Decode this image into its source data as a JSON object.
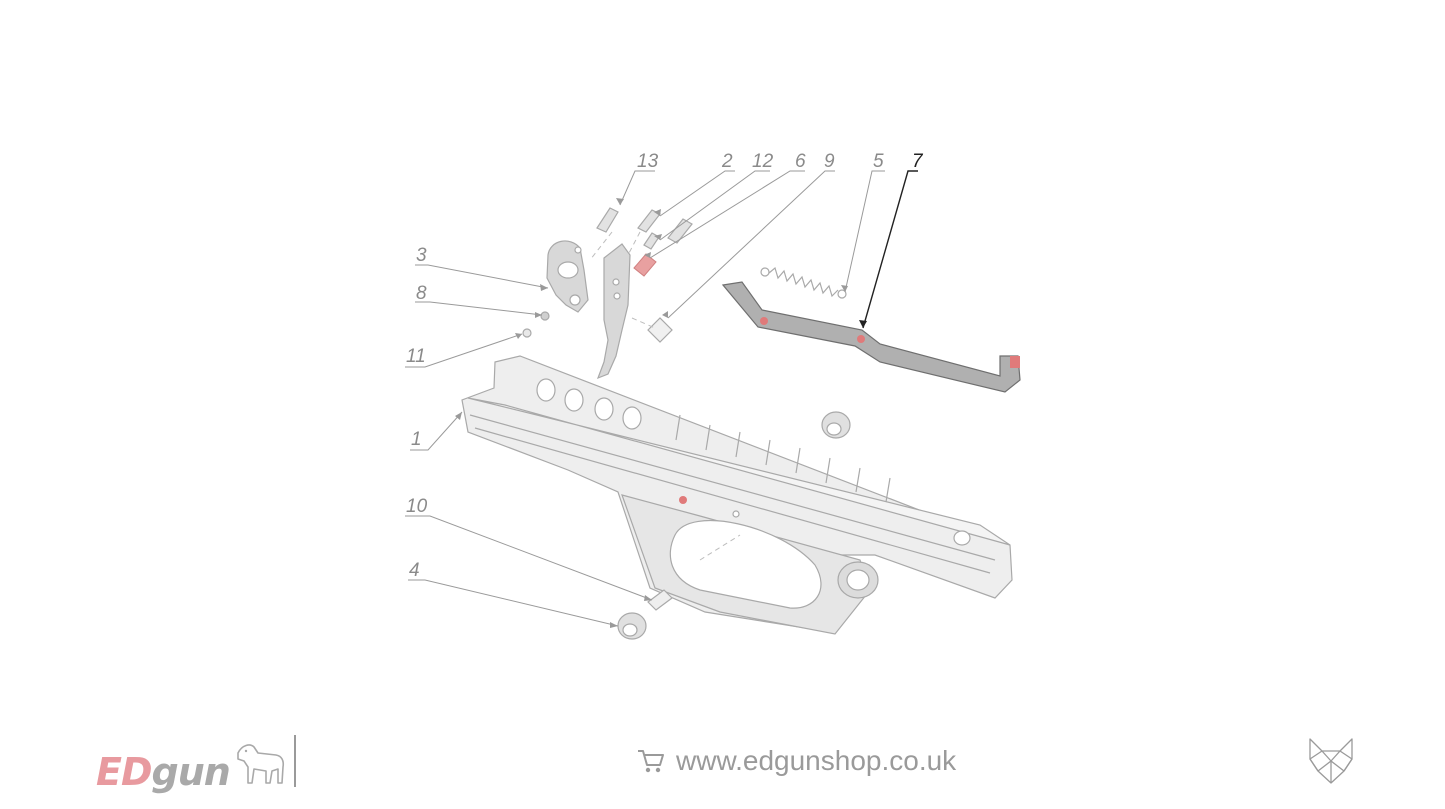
{
  "callouts": {
    "c1": "1",
    "c2": "2",
    "c3": "3",
    "c4": "4",
    "c5": "5",
    "c6": "6",
    "c7": "7",
    "c8": "8",
    "c9": "9",
    "c10": "10",
    "c11": "11",
    "c12": "12",
    "c13": "13"
  },
  "active_callout": "7",
  "colors": {
    "part_fill": "#eeeeee",
    "part_stroke": "#a9a9a9",
    "highlight_part": "#b0b0b0",
    "accent_red": "#e07a7a",
    "brand_pink": "#e89a9f",
    "text_gray": "#9a9a9a"
  },
  "footer": {
    "brand_ed": "ED",
    "brand_gun": "gun",
    "shop_url": "www.edgunshop.co.uk",
    "icons": [
      "dog-logo-icon",
      "cart-icon",
      "wolf-logo-icon"
    ]
  }
}
